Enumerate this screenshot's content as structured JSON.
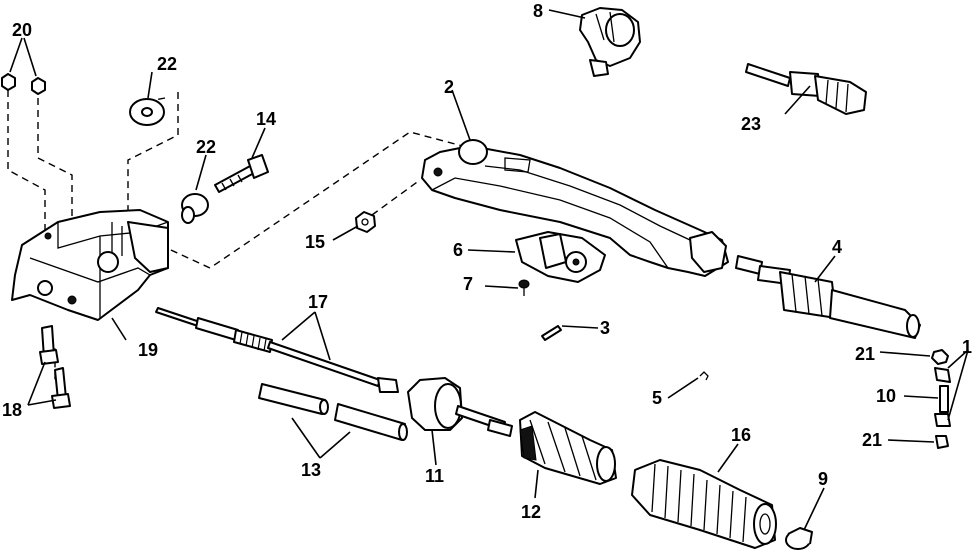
{
  "diagram": {
    "callouts": [
      "1",
      "2",
      "3",
      "4",
      "5",
      "6",
      "7",
      "8",
      "9",
      "10",
      "11",
      "12",
      "13",
      "14",
      "15",
      "16",
      "17",
      "18",
      "19",
      "20",
      "21",
      "21",
      "22",
      "22",
      "23"
    ],
    "colors": {
      "ink": "#000000",
      "paper": "#ffffff"
    }
  }
}
